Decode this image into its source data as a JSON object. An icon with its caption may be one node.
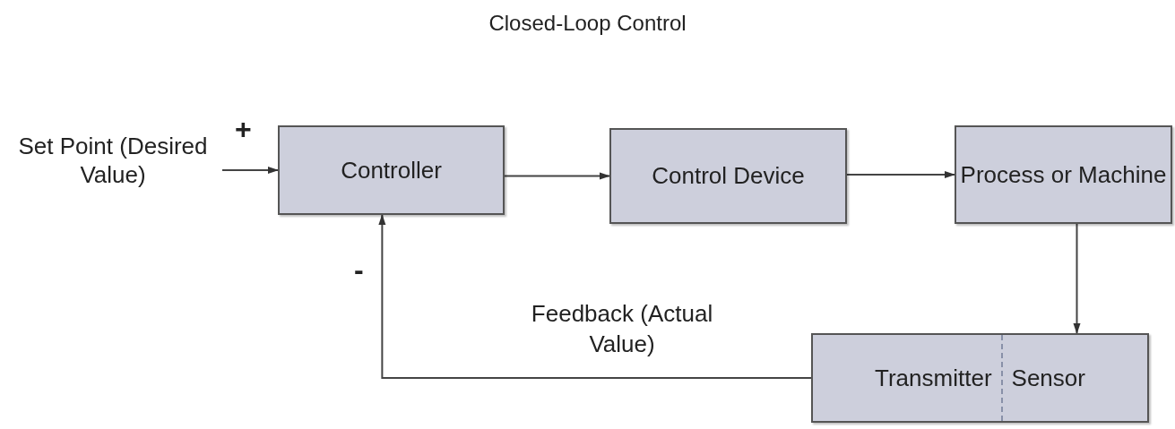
{
  "diagram": {
    "title": "Closed-Loop Control",
    "nodes": [
      {
        "text": [
          "Set Point (Desired Value)"
        ]
      },
      {
        "text": [
          "Controller"
        ]
      },
      {
        "text": [
          "Control Device"
        ]
      },
      {
        "text": [
          "Process or Machine"
        ]
      },
      {
        "text": [
          "Transmitter",
          "Sensor"
        ]
      }
    ],
    "edges": [
      {
        "from": 0,
        "to": 1,
        "arrow": "to"
      },
      {
        "from": 1,
        "to": 2,
        "arrow": "to"
      },
      {
        "from": 2,
        "to": 3,
        "arrow": "to"
      },
      {
        "from": 3,
        "to": 4,
        "arrow": "to"
      },
      {
        "from": 4,
        "to": 1,
        "arrow": "to",
        "label": "Feedback (Actual Value)"
      }
    ],
    "labels": [
      "+",
      "-"
    ]
  }
}
